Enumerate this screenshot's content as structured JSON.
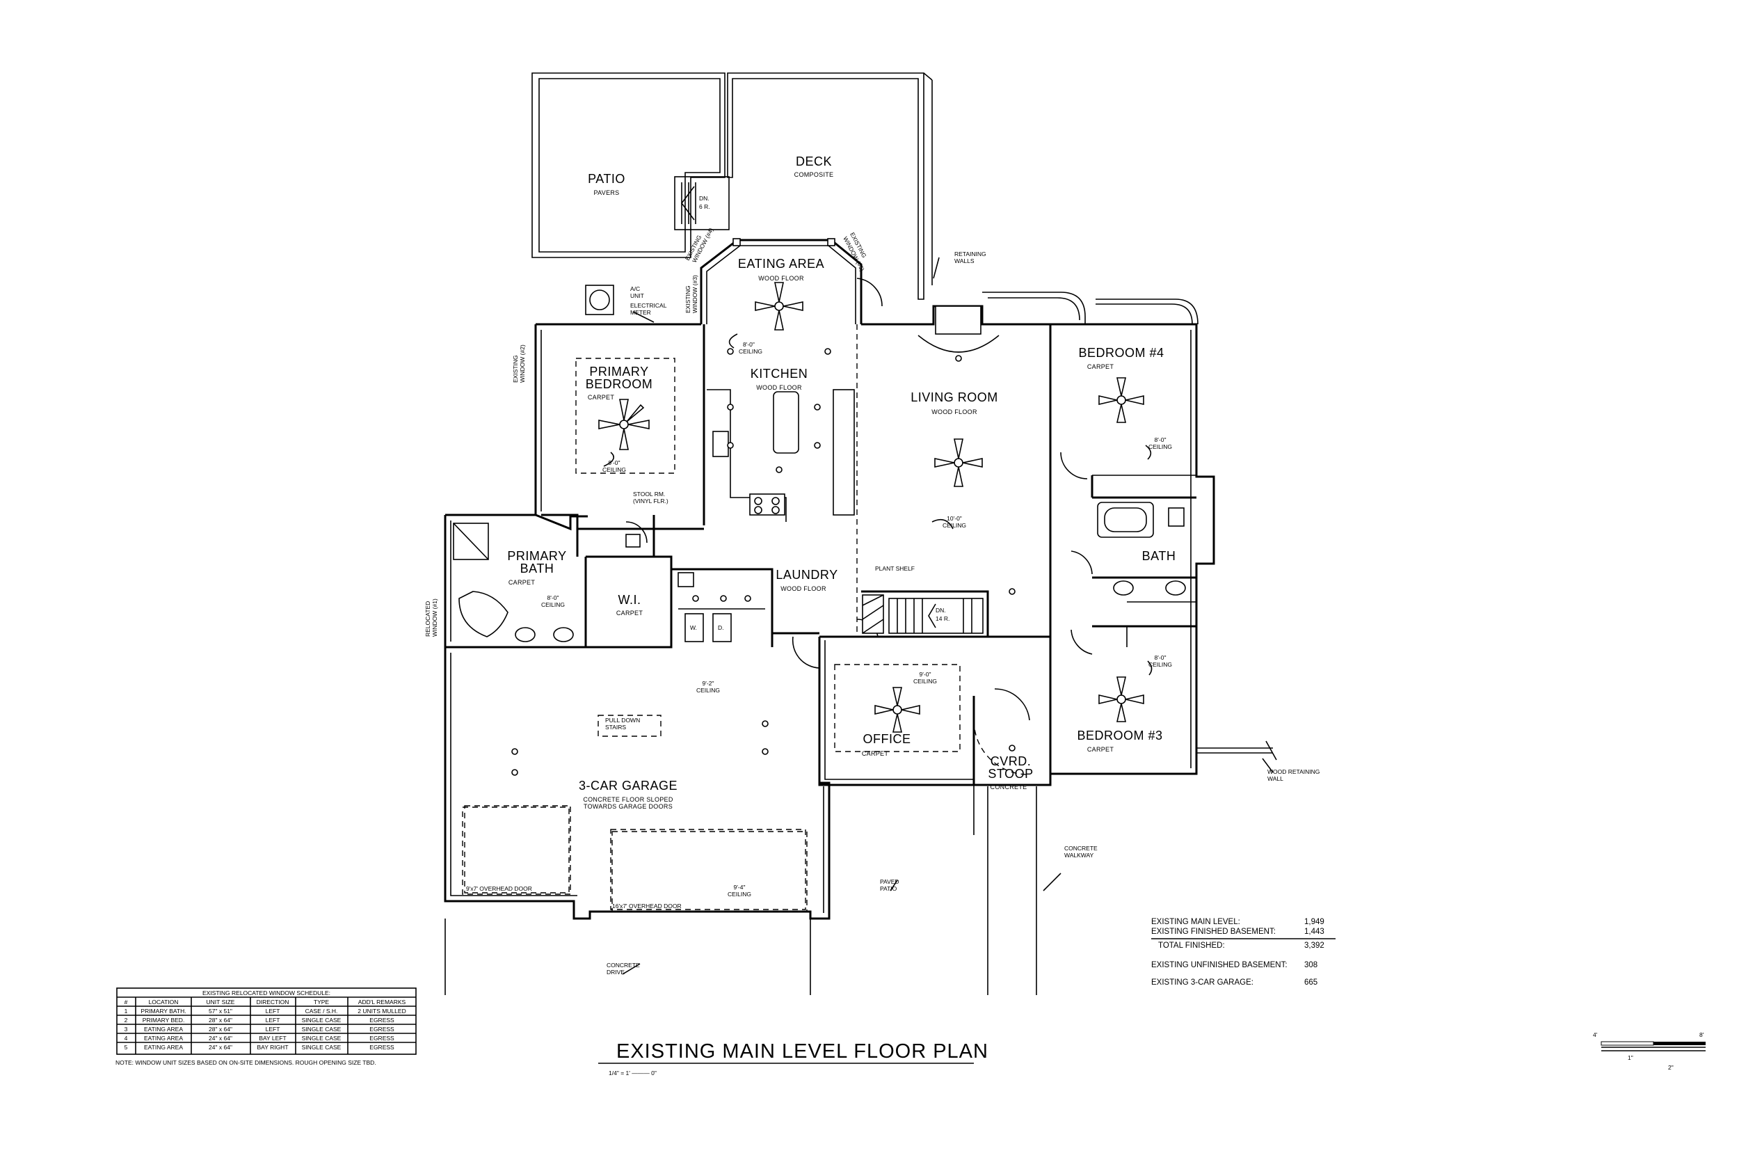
{
  "rooms": {
    "patio": {
      "name": "PATIO",
      "finish": "PAVERS"
    },
    "deck": {
      "name": "DECK",
      "finish": "COMPOSITE"
    },
    "eating_area": {
      "name": "EATING AREA",
      "finish": "WOOD FLOOR"
    },
    "kitchen": {
      "name": "KITCHEN",
      "finish": "WOOD FLOOR"
    },
    "living_room": {
      "name": "LIVING ROOM",
      "finish": "WOOD FLOOR"
    },
    "primary_bedroom": {
      "name_line1": "PRIMARY",
      "name_line2": "BEDROOM",
      "finish": "CARPET"
    },
    "bedroom4": {
      "name": "BEDROOM #4",
      "finish": "CARPET"
    },
    "bedroom3": {
      "name": "BEDROOM #3",
      "finish": "CARPET"
    },
    "bath": {
      "name": "BATH"
    },
    "primary_bath": {
      "name_line1": "PRIMARY",
      "name_line2": "BATH",
      "finish": "CARPET"
    },
    "walk_in": {
      "name": "W.I.",
      "finish": "CARPET"
    },
    "laundry": {
      "name": "LAUNDRY",
      "finish": "WOOD FLOOR"
    },
    "office": {
      "name": "OFFICE",
      "finish": "CARPET"
    },
    "garage": {
      "name": "3-CAR GARAGE",
      "finish_line1": "CONCRETE FLOOR SLOPED",
      "finish_line2": "TOWARDS GARAGE DOORS"
    },
    "stoop": {
      "name_line1": "CVRD.",
      "name_line2": "STOOP",
      "finish": "CONCRETE"
    }
  },
  "notes": {
    "ac_unit": [
      "A/C",
      "UNIT"
    ],
    "electrical_meter": [
      "ELECTRICAL",
      "METER"
    ],
    "retaining_walls": [
      "RETAINING",
      "WALLS"
    ],
    "wood_retaining_wall": [
      "WOOD RETAINING",
      "WALL"
    ],
    "concrete_walkway": [
      "CONCRETE",
      "WALKWAY"
    ],
    "concrete_drive": [
      "CONCRETE",
      "DRIVE"
    ],
    "paved_patio": [
      "PAVED",
      "PATIO"
    ],
    "plant_shelf": "PLANT SHELF",
    "stool_rm": [
      "STOOL RM.",
      "(VINYL FLR.)"
    ],
    "pull_down_stairs": [
      "PULL DOWN",
      "STAIRS"
    ],
    "stair_down_deck": [
      "DN.",
      "6 R."
    ],
    "stair_down_main": [
      "DN.",
      "14 R."
    ],
    "washer": "W.",
    "dryer": "D.",
    "overhead_door_1": "9'x7' OVERHEAD DOOR",
    "overhead_door_2": "16'x7' OVERHEAD DOOR",
    "existing_window_1": [
      "RELOCATED",
      "WINDOW (#1)"
    ],
    "existing_window_2": [
      "EXISTING",
      "WINDOW (#2)"
    ],
    "existing_window_3": [
      "EXISTING",
      "WINDOW (#3)"
    ],
    "existing_window_4": [
      "EXISTING",
      "WINDOW (#4)"
    ],
    "existing_window_5": [
      "EXISTING",
      "WINDOW (#5)"
    ]
  },
  "ceilings": {
    "primary_bedroom": [
      "9'-0\"",
      "CEILING"
    ],
    "kitchen": [
      "8'-0\"",
      "CEILING"
    ],
    "living": [
      "10'-0\"",
      "CEILING"
    ],
    "bedroom4": [
      "8'-0\"",
      "CEILING"
    ],
    "bedroom3": [
      "8'-0\"",
      "CEILING"
    ],
    "primary_bath": [
      "8'-0\"",
      "CEILING"
    ],
    "office": [
      "9'-0\"",
      "CEILING"
    ],
    "garage_1": [
      "9'-2\"",
      "CEILING"
    ],
    "garage_2": [
      "9'-4\"",
      "CEILING"
    ]
  },
  "areas": {
    "main_level": {
      "label": "EXISTING MAIN LEVEL:",
      "value": "1,949"
    },
    "finished_basement": {
      "label": "EXISTING FINISHED BASEMENT:",
      "value": "1,443"
    },
    "total_finished": {
      "label": "TOTAL FINISHED:",
      "value": "3,392"
    },
    "unfinished_basement": {
      "label": "EXISTING UNFINISHED BASEMENT:",
      "value": "308"
    },
    "garage": {
      "label": "EXISTING 3-CAR GARAGE:",
      "value": "665"
    }
  },
  "window_schedule": {
    "title": "EXISTING RELOCATED WINDOW SCHEDULE:",
    "headers": [
      "#",
      "LOCATION",
      "UNIT SIZE",
      "DIRECTION",
      "TYPE",
      "ADD'L REMARKS"
    ],
    "rows": [
      [
        "1",
        "PRIMARY BATH.",
        "57\" x 51\"",
        "LEFT",
        "CASE / S.H.",
        "2 UNITS MULLED"
      ],
      [
        "2",
        "PRIMARY BED.",
        "28\" x 64\"",
        "LEFT",
        "SINGLE CASE",
        "EGRESS"
      ],
      [
        "3",
        "EATING AREA",
        "28\" x 64\"",
        "LEFT",
        "SINGLE CASE",
        "EGRESS"
      ],
      [
        "4",
        "EATING AREA",
        "24\" x 64\"",
        "BAY LEFT",
        "SINGLE CASE",
        "EGRESS"
      ],
      [
        "5",
        "EATING AREA",
        "24\" x 64\"",
        "BAY RIGHT",
        "SINGLE CASE",
        "EGRESS"
      ]
    ],
    "note": "NOTE: WINDOW UNIT SIZES BASED ON ON-SITE DIMENSIONS. ROUGH OPENING SIZE TBD."
  },
  "title_block": {
    "title": "EXISTING MAIN LEVEL FLOOR PLAN",
    "scale": "1/4\" = 1' ——— 0\""
  },
  "scale_bar": {
    "label_4": "4'",
    "label_8": "8'",
    "label_1in": "1\"",
    "label_2in": "2\""
  }
}
